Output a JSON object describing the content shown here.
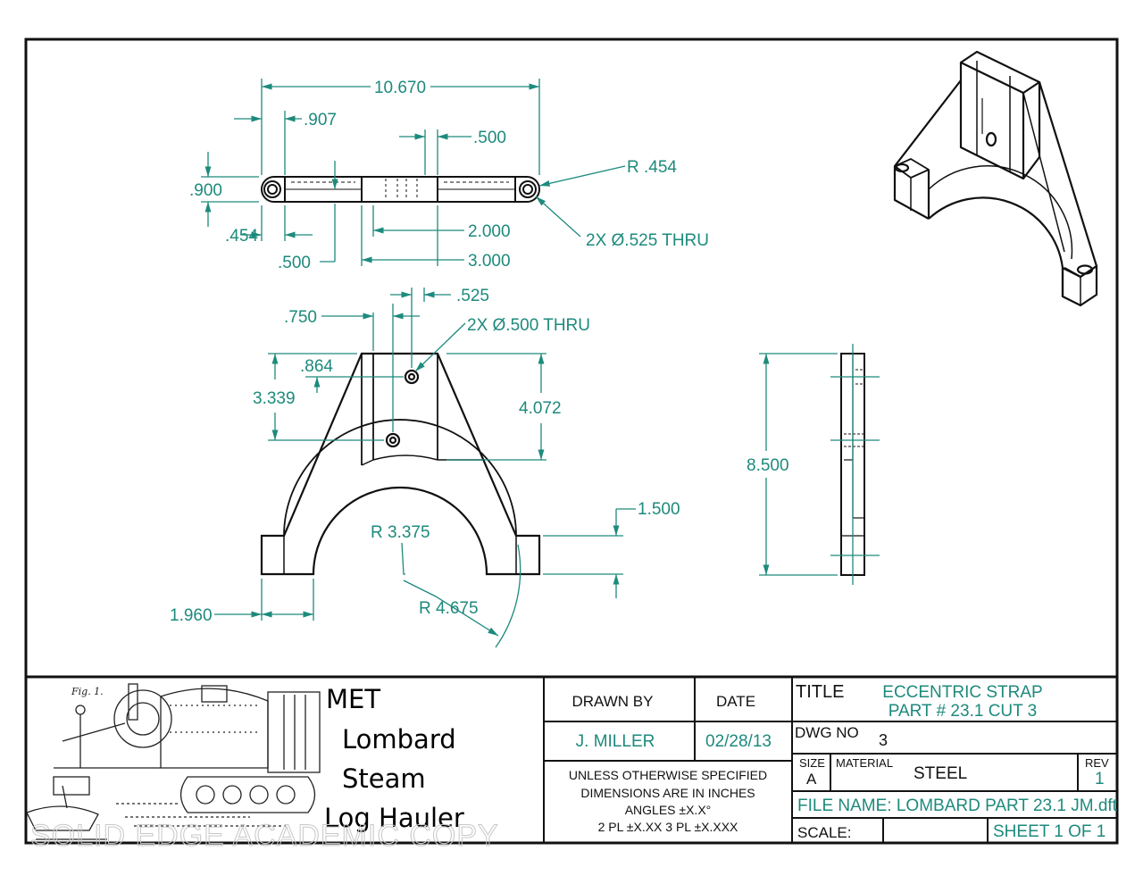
{
  "colors": {
    "dimension": "#1d8a7c",
    "outline": "#111111",
    "paper": "#ffffff"
  },
  "dims": {
    "overall_length": "10.670",
    "end_offset": ".907",
    "center_slot": ".500",
    "end_radius": "R .454",
    "height": ".900",
    "half_height": ".454",
    "hole_offset": ".500",
    "slot_2000": "2.000",
    "slot_3000": "3.000",
    "end_holes": "2X Ø.525 THRU",
    "tab_width": ".525",
    "tab_offset": ".750",
    "upper_holes": "2X Ø.500 THRU",
    "hole_spacing": ".864",
    "hole_height": "3.339",
    "stem_height": "4.072",
    "total_height": "8.500",
    "foot_height": "1.500",
    "inner_radius": "R 3.375",
    "outer_radius": "R 4.675",
    "foot_width": "1.960"
  },
  "title_block": {
    "school": [
      "MET",
      "Lombard",
      "Steam",
      "Log Hauler"
    ],
    "drawn_by_label": "DRAWN BY",
    "date_label": "DATE",
    "drawn_by": "J. MILLER",
    "date": "02/28/13",
    "notes": [
      "UNLESS OTHERWISE SPECIFIED",
      "DIMENSIONS ARE IN INCHES",
      "ANGLES ±X.X°",
      "2 PL ±X.XX 3 PL ±X.XXX"
    ],
    "title_label": "TITLE",
    "title_line1": "ECCENTRIC STRAP",
    "title_line2": "PART # 23.1 CUT 3",
    "dwg_no_label": "DWG NO",
    "dwg_no": "3",
    "size_label": "SIZE",
    "size": "A",
    "material_label": "MATERIAL",
    "material": "STEEL",
    "rev_label": "REV",
    "rev": "1",
    "file_name": "FILE NAME: LOMBARD PART 23.1 JM.dft",
    "scale_label": "SCALE:",
    "sheet": "SHEET 1 OF 1"
  },
  "patent_figure_label": "Fig. 1.",
  "watermark": "SOLID EDGE ACADEMIC COPY"
}
